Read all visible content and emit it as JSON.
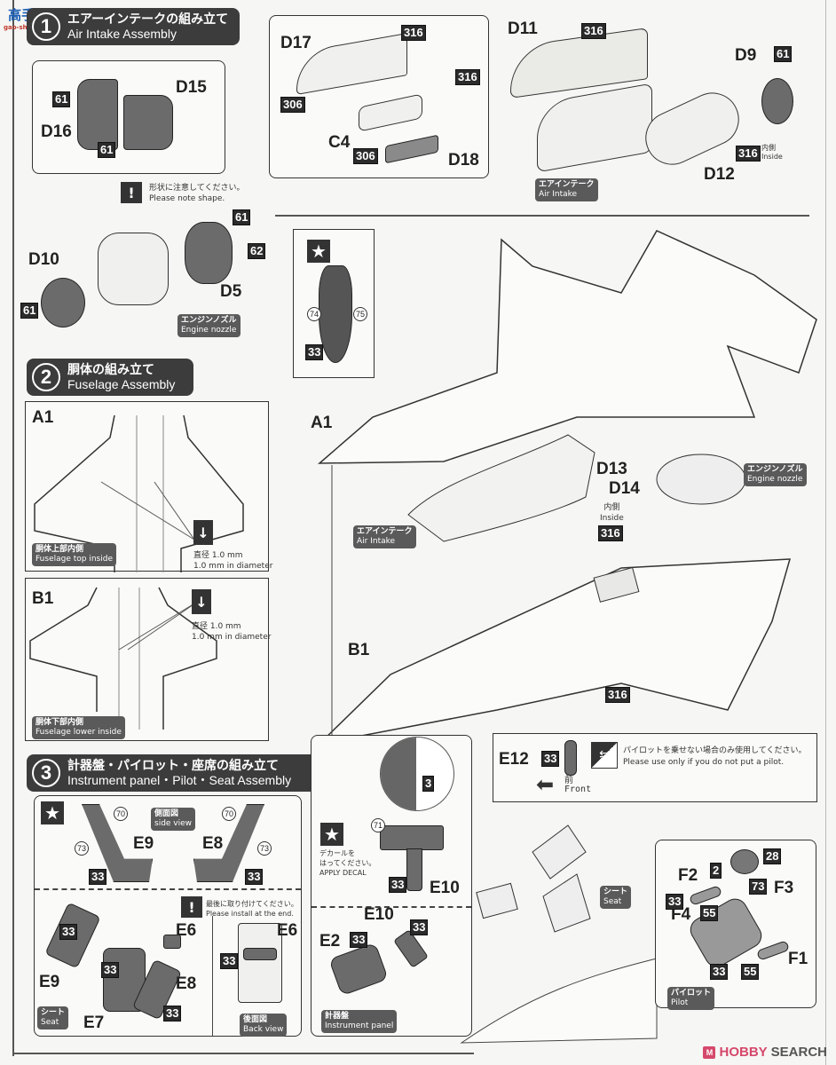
{
  "watermark": {
    "site_jp": "高手网",
    "site_url": "gao-shou.com"
  },
  "step1": {
    "number": "1",
    "title_jp": "エアーインテークの組み立て",
    "title_en": "Air Intake Assembly",
    "inset_nozzle_parts": {
      "d15": "D15",
      "d16": "D16",
      "paint_a": "61",
      "paint_b": "61"
    },
    "nozzle": {
      "d10": "D10",
      "d5": "D5",
      "paint_d10": "61",
      "paint_d5_a": "61",
      "paint_d5_b": "62",
      "caution_jp": "形状に注意してください。",
      "caution_en": "Please note shape.",
      "tag_jp": "エンジンノズル",
      "tag_en": "Engine nozzle"
    },
    "intake_detail": {
      "d17": "D17",
      "d18": "D18",
      "c4": "C4",
      "paint_top": "316",
      "paint_right": "316",
      "paint_left": "306",
      "paint_bottom": "306"
    },
    "intake": {
      "d11": "D11",
      "d12": "D12",
      "d9": "D9",
      "paint_d11": "316",
      "paint_d9": "61",
      "paint_inside": "316",
      "inside_jp": "内側",
      "inside_en": "Inside",
      "tag_jp": "エアインテーク",
      "tag_en": "Air Intake"
    }
  },
  "step2": {
    "number": "2",
    "title_jp": "胴体の組み立て",
    "title_en": "Fuselage Assembly",
    "top_panel": {
      "part": "A1",
      "tag_jp": "胴体上部内側",
      "tag_en": "Fuselage top inside",
      "drill_jp": "直径 1.0 mm",
      "drill_en": "1.0 mm in diameter"
    },
    "lower_panel": {
      "part": "B1",
      "tag_jp": "胴体下部内側",
      "tag_en": "Fuselage lower inside",
      "drill_jp": "直径 1.0 mm",
      "drill_en": "1.0 mm in diameter"
    },
    "cockpit_decal": {
      "decal_a": "74",
      "decal_b": "75",
      "paint": "33"
    },
    "main": {
      "a1": "A1",
      "b1": "B1",
      "d13": "D13",
      "d14": "D14",
      "inside_jp": "内側",
      "inside_en": "Inside",
      "paint_inside": "316",
      "paint_bottom": "316",
      "intake_tag_jp": "エアインテーク",
      "intake_tag_en": "Air Intake",
      "nozzle_tag_jp": "エンジンノズル",
      "nozzle_tag_en": "Engine nozzle"
    }
  },
  "step3": {
    "number": "3",
    "title_jp": "計器盤・パイロット・座席の組み立て",
    "title_en": "Instrument panel・Pilot・Seat Assembly",
    "side_view": {
      "tag_jp": "側面図",
      "tag_en": "side view",
      "e9": "E9",
      "e8": "E8",
      "decal_70a": "70",
      "decal_73a": "73",
      "decal_70b": "70",
      "decal_73b": "73",
      "paint_a": "33",
      "paint_b": "33"
    },
    "seat": {
      "e9": "E9",
      "e7": "E7",
      "e8": "E8",
      "e6": "E6",
      "paint_a": "33",
      "paint_b": "33",
      "paint_c": "33",
      "caution_jp": "最後に取り付けてください。",
      "caution_en": "Please install at the end.",
      "tag_jp": "シート",
      "tag_en": "Seat"
    },
    "back_view": {
      "e6": "E6",
      "paint": "33",
      "tag_jp": "後面図",
      "tag_en": "Back view"
    },
    "instrument": {
      "detail_paint": "3",
      "decal": "71",
      "e10_top": "E10",
      "paint_top": "33",
      "apply_jp_1": "デカールを",
      "apply_jp_2": "はってください。",
      "apply_en": "APPLY DECAL",
      "e2": "E2",
      "e10": "E10",
      "paint_e2": "33",
      "paint_e10": "33",
      "tag_jp": "計器盤",
      "tag_en": "Instrument panel"
    },
    "stick": {
      "part": "E12",
      "paint": "33",
      "front_jp": "前",
      "front_en": "Front",
      "note_jp": "パイロットを乗せない場合のみ使用してください。",
      "note_en": "Please use only if you do not put a pilot."
    },
    "seat_tag_jp": "シート",
    "seat_tag_en": "Seat",
    "pilot": {
      "f1": "F1",
      "f2": "F2",
      "f3": "F3",
      "f4": "F4",
      "paint_helmet_dark": "2",
      "paint_helmet": "28",
      "decal_visor": "73",
      "paint_f2_a": "33",
      "paint_f2_b": "55",
      "paint_body_a": "33",
      "paint_body_b": "55",
      "tag_jp": "パイロット",
      "tag_en": "Pilot"
    }
  },
  "footer": {
    "brand_a": "HOBBY",
    "brand_b": "SEARCH"
  }
}
